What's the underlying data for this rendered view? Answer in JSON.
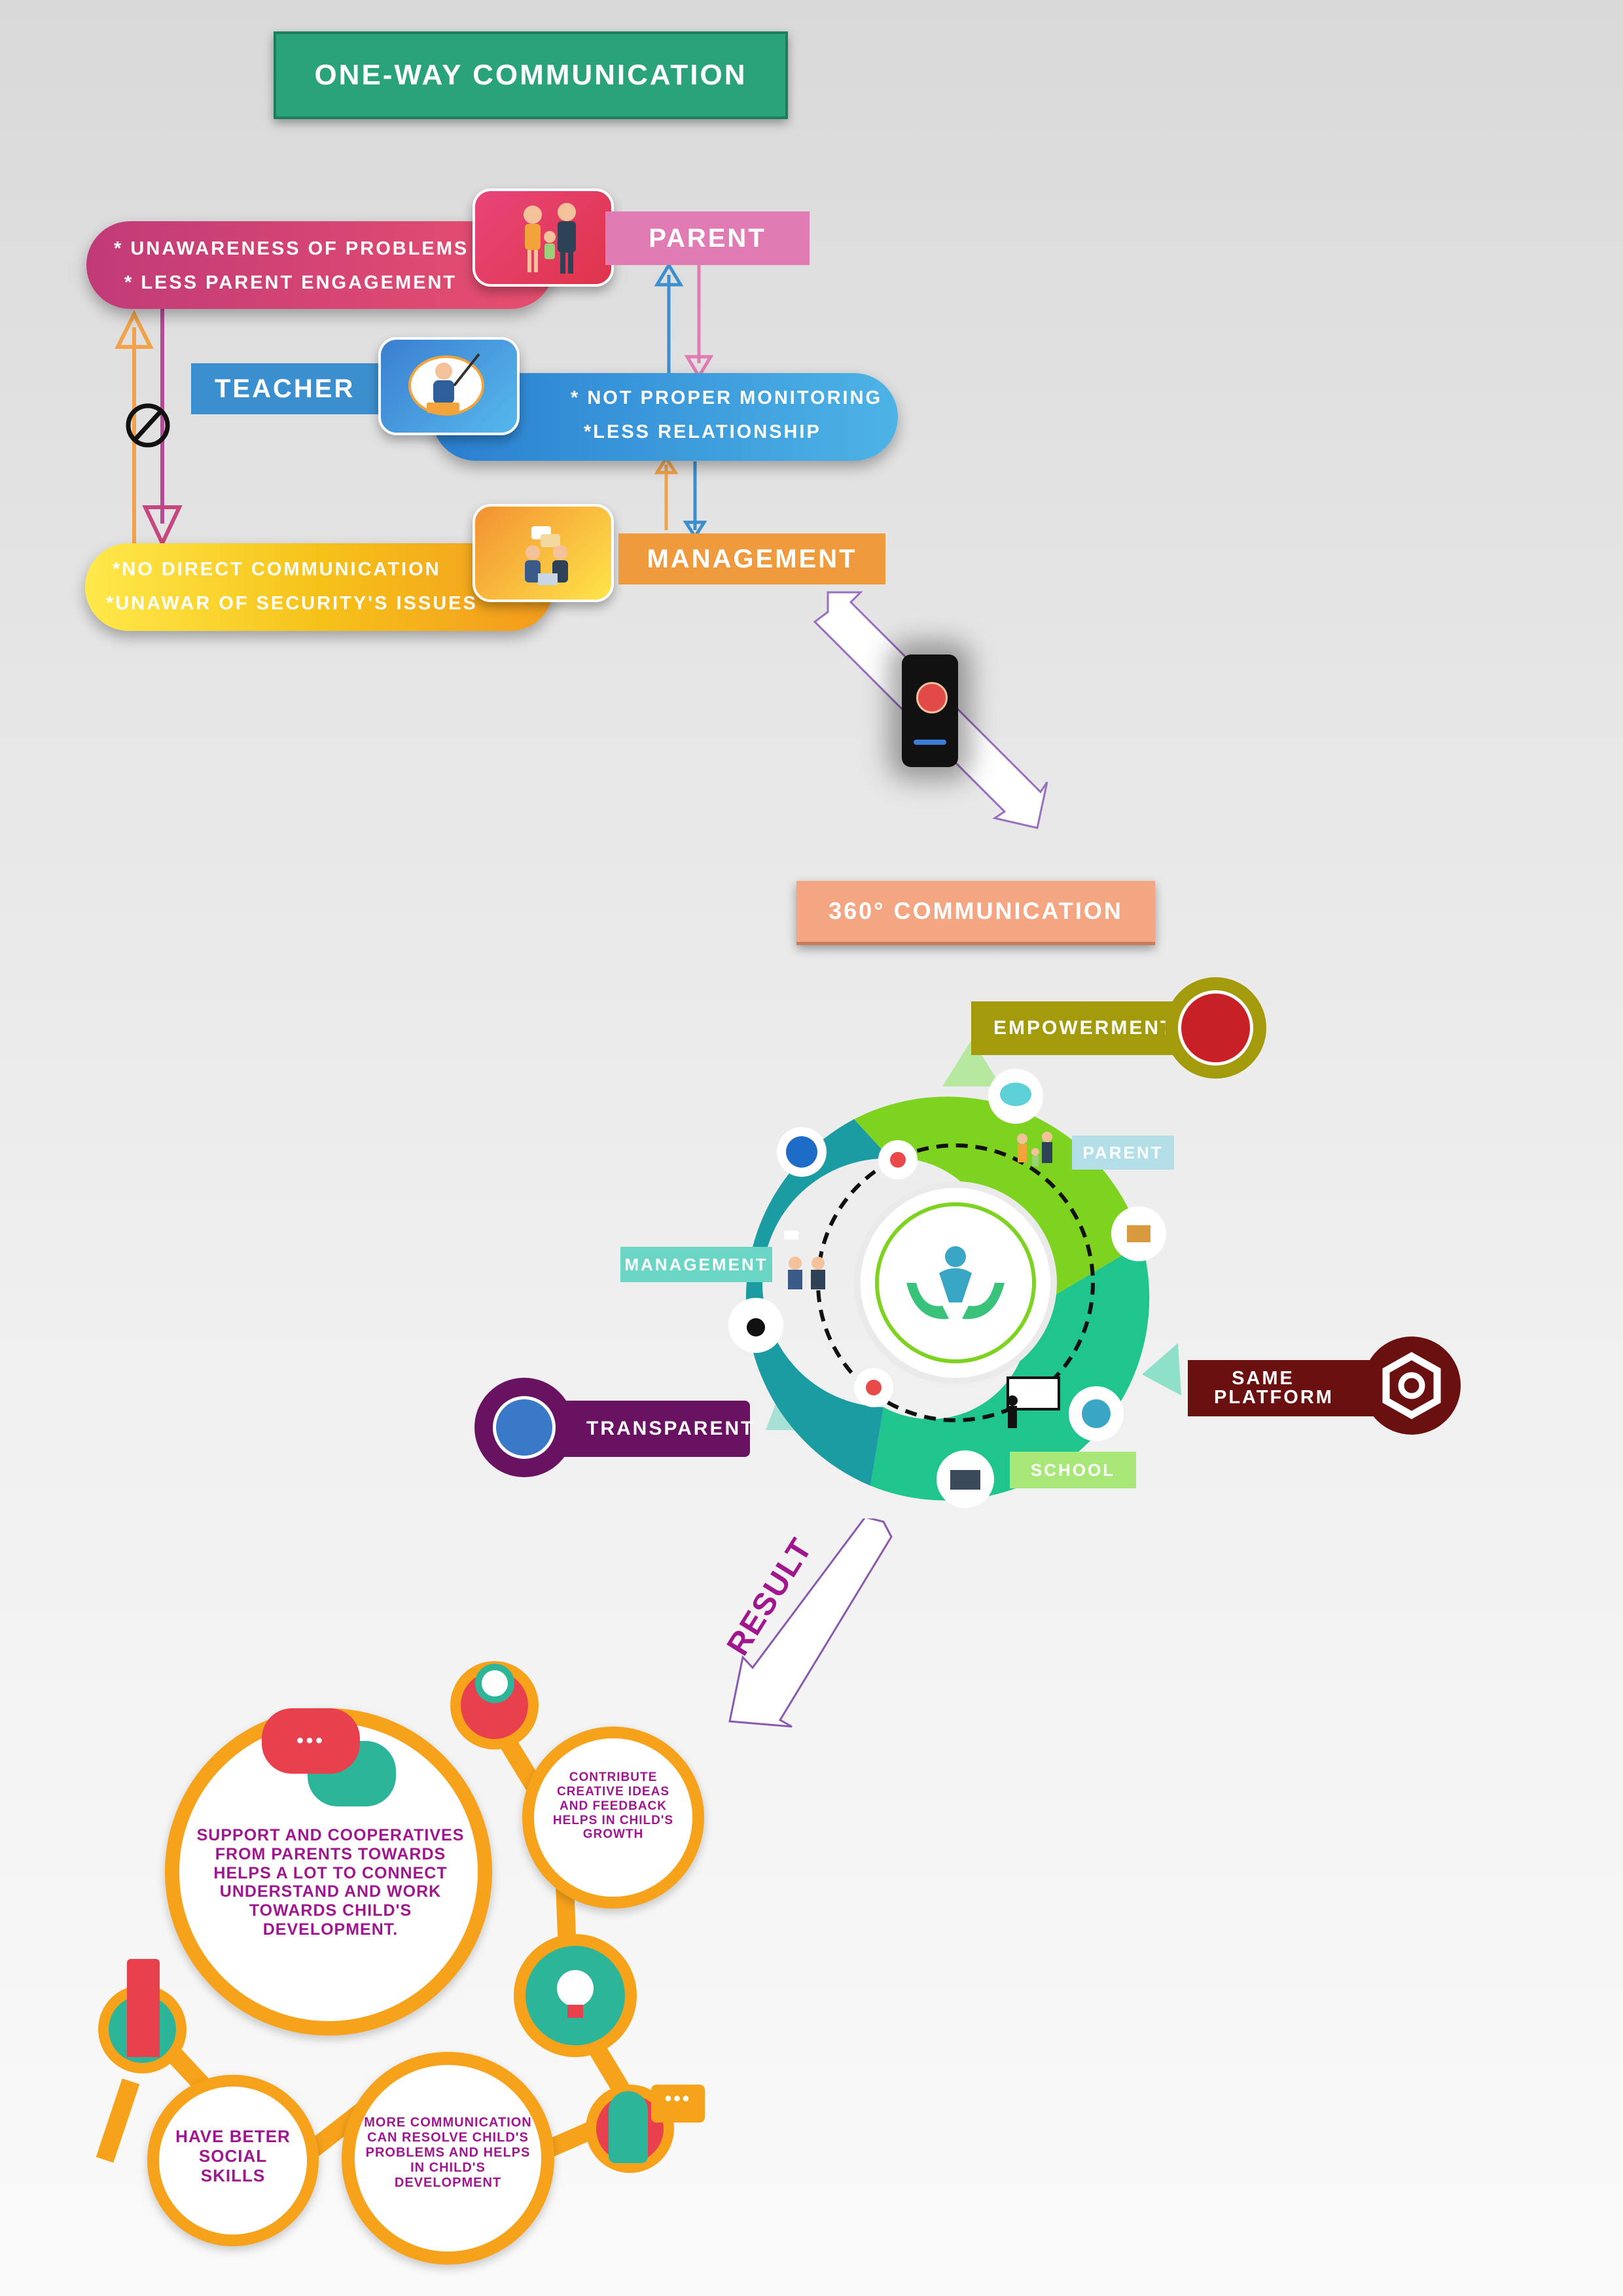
{
  "one_way": {
    "title": "ONE-WAY COMMUNICATION",
    "parent_label": "PARENT",
    "teacher_label": "TEACHER",
    "management_label": "MANAGEMENT",
    "parent_issues": [
      "* UNAWARENESS OF PROBLEMS",
      "* LESS PARENT ENGAGEMENT"
    ],
    "teacher_issues": [
      "* NOT PROPER MONITORING",
      "*LESS RELATIONSHIP"
    ],
    "management_issues": [
      "*NO DIRECT COMMUNICATION",
      "*UNAWAR OF SECURITY'S  ISSUES"
    ]
  },
  "three_sixty": {
    "title": "360° COMMUNICATION",
    "empowerment": "EMPOWERMENT",
    "parent": "PARENT",
    "management": "MANAGEMENT",
    "school": "SCHOOL",
    "transparent": "TRANSPARENT",
    "same_platform": "SAME PLATFORM"
  },
  "result": {
    "arrow_label": "RESULT",
    "main": "SUPPORT AND COOPERATIVES FROM PARENTS TOWARDS HELPS A LOT TO CONNECT UNDERSTAND AND WORK TOWARDS CHILD'S DEVELOPMENT.",
    "contribute": "CONTRIBUTE CREATIVE IDEAS AND FEEDBACK HELPS IN CHILD'S GROWTH",
    "social": "HAVE BETER SOCIAL SKILLS",
    "more": "MORE COMMUNICATION CAN RESOLVE CHILD'S PROBLEMS AND HELPS IN CHILD'S DEVELOPMENT"
  },
  "colors": {
    "title_green": "#2aa37a",
    "title_orange": "#f4a582",
    "parent_pink": "#e07bb4",
    "teacher_blue": "#3c8fcf",
    "management_orange": "#f09a3e",
    "cycle_green": "#7ed321",
    "cycle_teal": "#1aa39a",
    "result_orange": "#f7a21b",
    "result_purple": "#a0168f"
  }
}
